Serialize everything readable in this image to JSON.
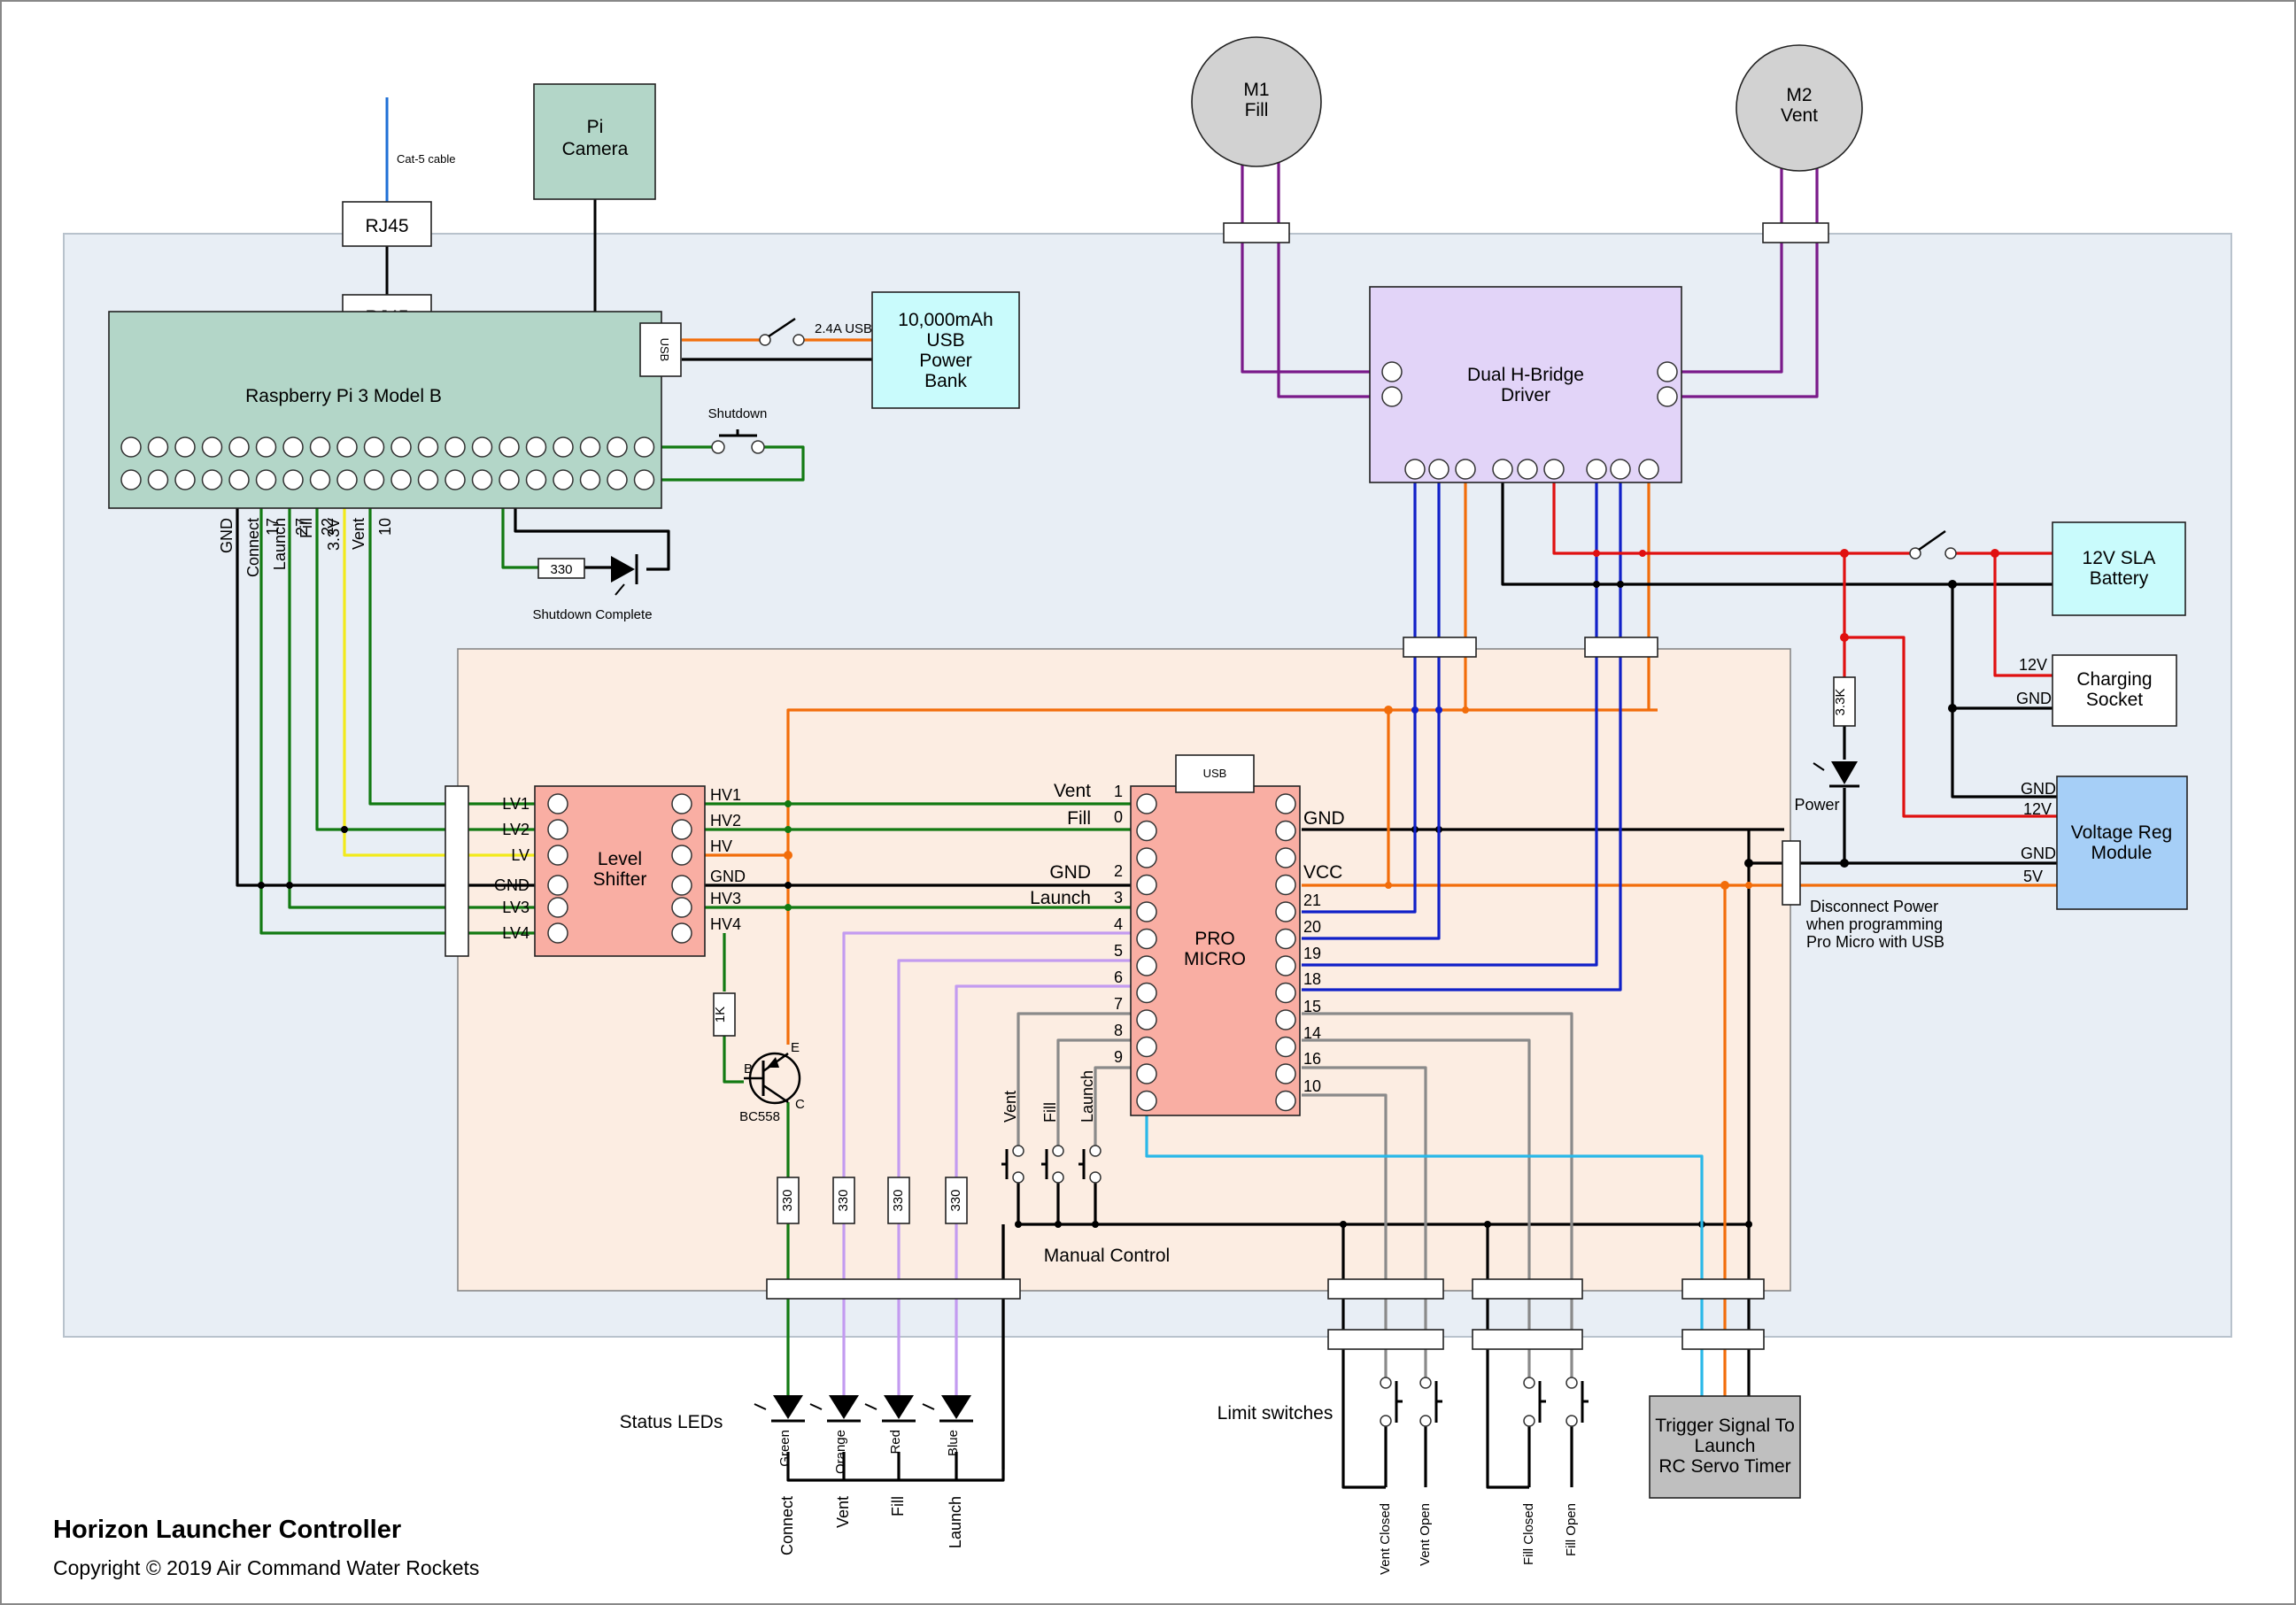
{
  "title": "Horizon Launcher Controller",
  "copyright": "Copyright © 2019 Air Command Water Rockets",
  "colors": {
    "board_bg": "#e8eef5",
    "pi_board": "#b3d6c8",
    "power_bank": "#c9fbfc",
    "hbridge": "#e2d4f8",
    "protoboard": "#fcede2",
    "level_shifter": "#f9aea3",
    "pro_micro": "#f9aea3",
    "battery": "#c9fbfc",
    "voltage_reg": "#a6cff7",
    "motor": "#d2d2d2",
    "trigger": "#bfbfbf",
    "wire_green": "#127a12",
    "wire_orange": "#f26d0a",
    "wire_red": "#e01010",
    "wire_blue": "#1020c8",
    "wire_purple": "#7a1a8a",
    "wire_violet": "#c39bf0",
    "wire_gray": "#8a8a8a",
    "wire_cyan": "#2ab8e8",
    "wire_yellow": "#f2ea1a",
    "wire_cat5": "#1e6fd6"
  },
  "labels": {
    "cat5": "Cat-5 cable",
    "rj45_top": "RJ45",
    "rj45_bottom": "RJ45",
    "pi_camera_line1": "Pi",
    "pi_camera_line2": "Camera",
    "raspberry_pi": "Raspberry Pi 3 Model B",
    "usb_port": "USB",
    "usb_switch": "2.4A USB",
    "power_bank_line1": "10,000mAh",
    "power_bank_line2": "USB",
    "power_bank_line3": "Power",
    "power_bank_line4": "Bank",
    "shutdown": "Shutdown",
    "shutdown_resistor": "330",
    "shutdown_complete": "Shutdown Complete",
    "motor1_line1": "M1",
    "motor1_line2": "Fill",
    "motor2_line1": "M2",
    "motor2_line2": "Vent",
    "hbridge_line1": "Dual H-Bridge",
    "hbridge_line2": "Driver",
    "battery_line1": "12V SLA",
    "battery_line2": "Battery",
    "charging_line1": "Charging",
    "charging_line2": "Socket",
    "charging_12v": "12V",
    "charging_gnd": "GND",
    "vreg_line1": "Voltage Reg",
    "vreg_line2": "Module",
    "vreg_gnd_in": "GND",
    "vreg_12v": "12V",
    "vreg_gnd_out": "GND",
    "vreg_5v": "5V",
    "power_led": "Power",
    "power_resistor": "3.3K",
    "disconnect_line1": "Disconnect Power",
    "disconnect_line2": "when programming",
    "disconnect_line3": "Pro Micro with USB",
    "level_shifter_line1": "Level",
    "level_shifter_line2": "Shifter",
    "pro_micro_line1": "PRO",
    "pro_micro_line2": "MICRO",
    "pro_micro_usb": "USB",
    "transistor": "BC558",
    "transistor_b": "B",
    "transistor_e": "E",
    "transistor_c": "C",
    "base_resistor": "1K",
    "manual_control": "Manual Control",
    "status_leds": "Status LEDs",
    "limit_switches": "Limit switches",
    "trigger_line1": "Trigger Signal To",
    "trigger_line2": "Launch",
    "trigger_line3": "RC Servo Timer"
  },
  "pi_gpio_labels": [
    "GND",
    "Connect",
    "17",
    "Launch",
    "27",
    "Fill",
    "22",
    "3.3V",
    "Vent",
    "10"
  ],
  "level_shifter_lv": [
    "LV1",
    "LV2",
    "LV",
    "GND",
    "LV3",
    "LV4"
  ],
  "level_shifter_hv": [
    "HV1",
    "HV2",
    "HV",
    "GND",
    "HV3",
    "HV4"
  ],
  "pro_micro_left_labels": [
    "Vent",
    "Fill",
    "GND",
    "Launch"
  ],
  "pro_micro_left_pins": [
    "1",
    "0",
    "2",
    "3",
    "4",
    "5",
    "6",
    "7",
    "8",
    "9"
  ],
  "pro_micro_right_labels": [
    "GND",
    "VCC"
  ],
  "pro_micro_right_pins": [
    "21",
    "20",
    "19",
    "18",
    "15",
    "14",
    "16",
    "10"
  ],
  "manual_buttons": [
    "Vent",
    "Fill",
    "Launch"
  ],
  "led_resistors": [
    "330",
    "330",
    "330",
    "330"
  ],
  "status_led_colors": [
    "Green",
    "Orange",
    "Red",
    "Blue"
  ],
  "status_led_functions": [
    "Connect",
    "Vent",
    "Fill",
    "Launch"
  ],
  "limit_switch_labels": [
    "Vent Closed",
    "Vent Open",
    "Fill Closed",
    "Fill Open"
  ]
}
